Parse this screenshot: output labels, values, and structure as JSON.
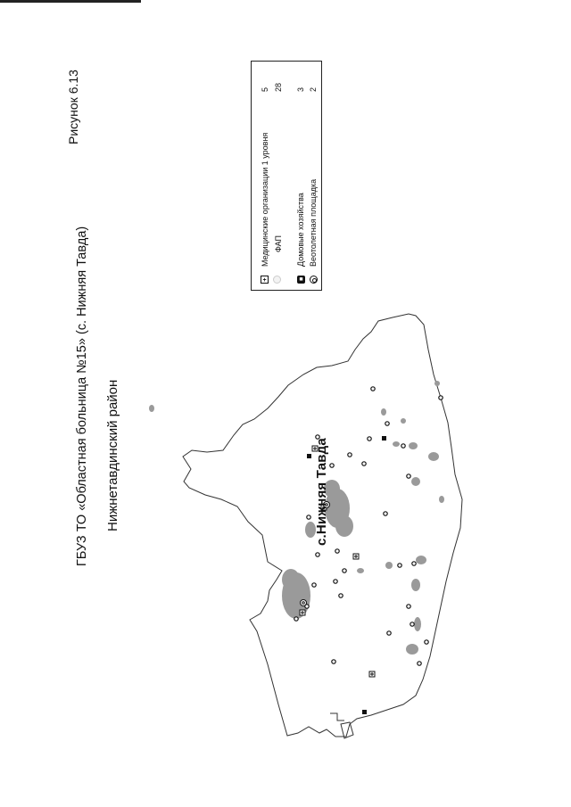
{
  "document": {
    "figure_label": "Рисунок 6.13",
    "org_title": "ГБУЗ ТО «Областная больница №15» (с. Нижняя Тавда)",
    "district_title": "Нижнетавдинский район"
  },
  "legend": {
    "items": [
      {
        "label": "Медицинские организации 1 уровня",
        "count": "5",
        "icon": "medical-cross-icon"
      },
      {
        "label": "ФАП",
        "count": "28",
        "icon": "fap-dot-icon"
      },
      {
        "label": "Домовые хозяйства",
        "count": "3",
        "icon": "household-icon"
      },
      {
        "label": "Веотолетная площадка",
        "count": "2",
        "icon": "helipad-icon"
      }
    ]
  },
  "map": {
    "town_label": "с.Нижняя Тавда",
    "colors": {
      "border": "#333333",
      "settlement": "#9a9a9a",
      "marker": "#111111"
    }
  }
}
